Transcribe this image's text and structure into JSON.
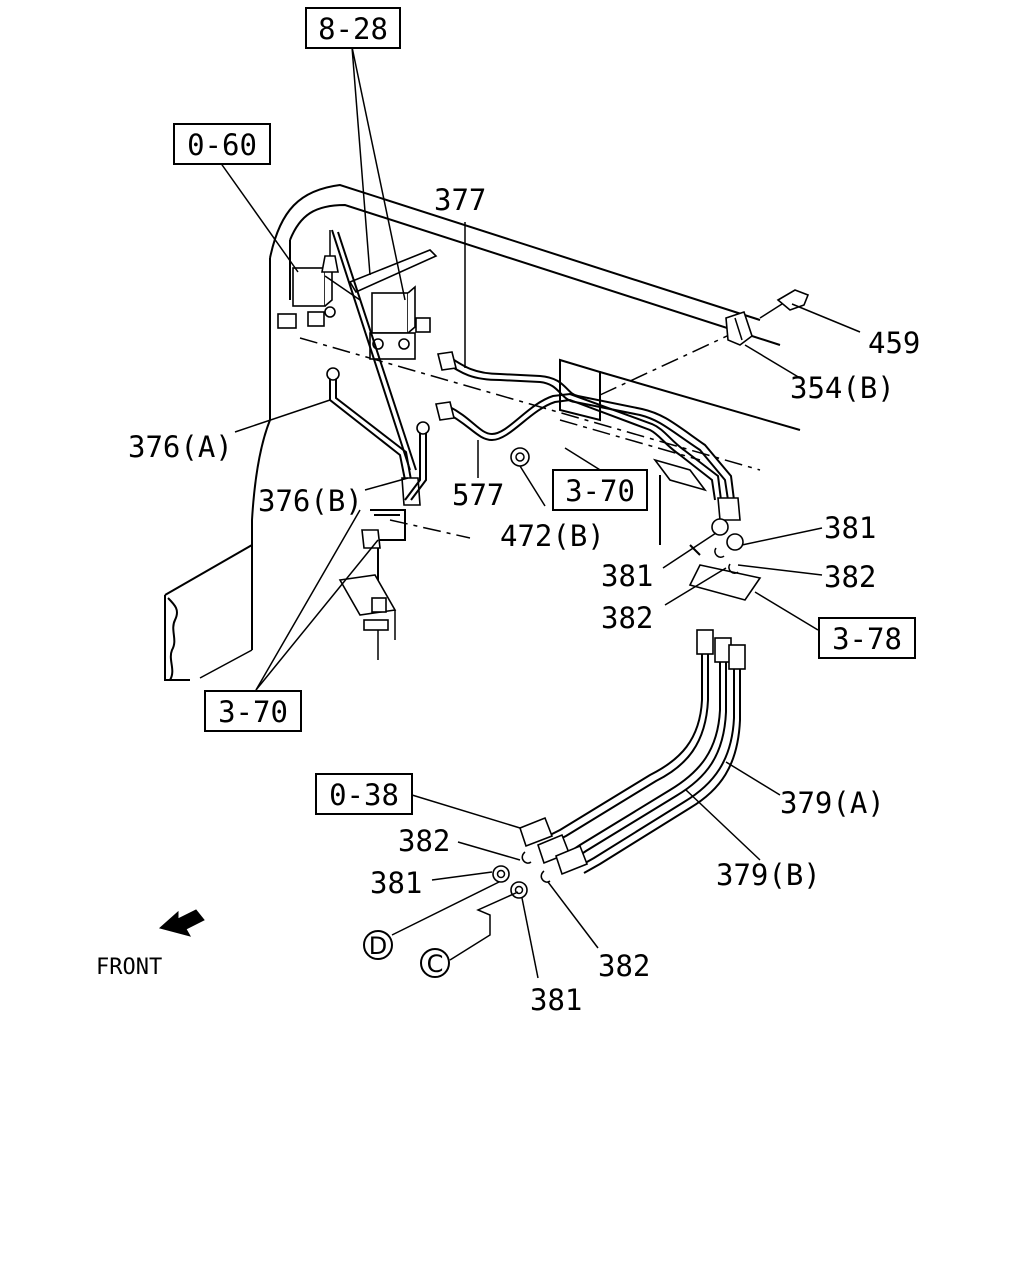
{
  "diagram": {
    "ref_boxes": {
      "ref_8_28": "8-28",
      "ref_0_60": "0-60",
      "ref_3_70_mid": "3-70",
      "ref_3_70_left": "3-70",
      "ref_3_78": "3-78",
      "ref_0_38": "0-38"
    },
    "part_labels": {
      "p377": "377",
      "p459": "459",
      "p354b": "354(B)",
      "p376a": "376(A)",
      "p376b": "376(B)",
      "p577": "577",
      "p472b": "472(B)",
      "p381_r1": "381",
      "p381_r2": "381",
      "p382_r1": "382",
      "p382_r2": "382",
      "p379a": "379(A)",
      "p379b": "379(B)",
      "p382_b1": "382",
      "p381_b1": "381",
      "p382_b2": "382",
      "p381_b2": "381"
    },
    "circle_markers": {
      "d": "D",
      "c": "C"
    },
    "front_label": "FRONT"
  }
}
